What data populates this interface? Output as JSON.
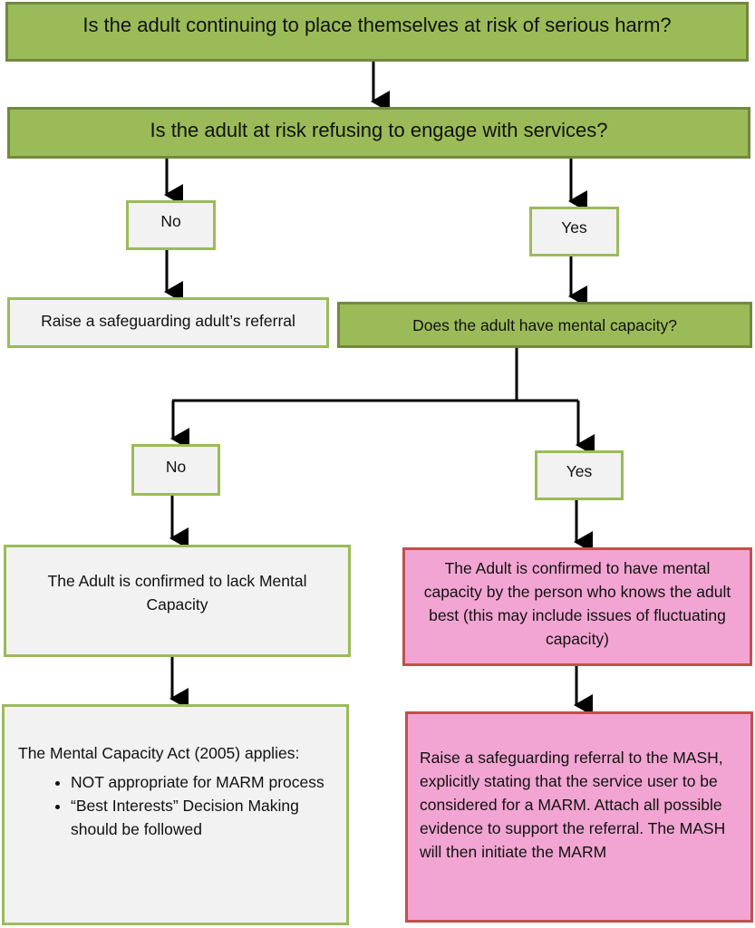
{
  "q1": "Is the adult continuing to place themselves at risk of serious harm?",
  "q2": "Is the adult at risk refusing to engage with services?",
  "no1": "No",
  "yes1": "Yes",
  "raise_referral": "Raise a safeguarding adult’s referral",
  "q3": "Does the adult have mental capacity?",
  "no2": "No",
  "yes2": "Yes",
  "lack_capacity": "The Adult is confirmed to lack Mental Capacity",
  "has_capacity": "The Adult is confirmed to have mental capacity by the person who knows the adult best (this may include issues of fluctuating capacity)",
  "mca": {
    "heading": "The Mental Capacity Act (2005) applies:",
    "bullets": [
      "NOT appropriate for MARM process",
      "“Best Interests” Decision Making should be followed"
    ]
  },
  "mash_referral": "Raise a safeguarding referral to the MASH, explicitly stating that the service user to be considered for a MARM. Attach all possible evidence to support the referral. The MASH will then initiate the MARM",
  "colors": {
    "green": "#9BBB59",
    "green_border": "#71893F",
    "light": "#F2F2F2",
    "pink": "#F2A5D2",
    "pink_border": "#C0504D"
  }
}
